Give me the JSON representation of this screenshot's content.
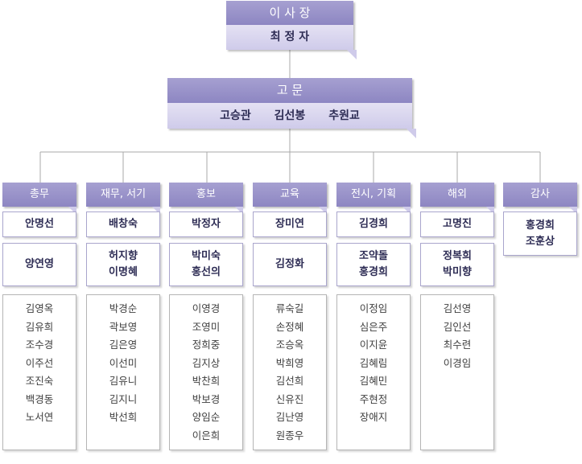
{
  "top": {
    "title": "이 사 장",
    "name": "최 정 자"
  },
  "advisors": {
    "title": "고 문",
    "names": [
      "고승관",
      "김선봉",
      "추원교"
    ]
  },
  "departments": [
    {
      "name": "총무",
      "head": [
        "안명선"
      ],
      "deputy": [
        "양연영"
      ],
      "members": [
        "김영옥",
        "김유희",
        "조수경",
        "이주선",
        "조진숙",
        "백경동",
        "노서연"
      ]
    },
    {
      "name": "재무, 서기",
      "head": [
        "배창숙"
      ],
      "deputy": [
        "허지향",
        "이명혜"
      ],
      "members": [
        "박경순",
        "곽보영",
        "김은영",
        "이선미",
        "김유니",
        "김지니",
        "박선희"
      ]
    },
    {
      "name": "홍보",
      "head": [
        "박정자"
      ],
      "deputy": [
        "박미숙",
        "홍선의"
      ],
      "members": [
        "이영경",
        "조영미",
        "정희중",
        "김지상",
        "박찬희",
        "박보경",
        "양임순",
        "이은희"
      ]
    },
    {
      "name": "교육",
      "head": [
        "장미연"
      ],
      "deputy": [
        "김정화"
      ],
      "members": [
        "류숙길",
        "손정혜",
        "조승옥",
        "박희영",
        "김선희",
        "신유진",
        "김난영",
        "원종우"
      ]
    },
    {
      "name": "전시, 기획",
      "head": [
        "김경희"
      ],
      "deputy": [
        "조약돌",
        "홍경희"
      ],
      "members": [
        "이정임",
        "심은주",
        "이지윤",
        "김혜림",
        "김혜민",
        "주현정",
        "장애지"
      ]
    },
    {
      "name": "해외",
      "head": [
        "고명진"
      ],
      "deputy": [
        "정복희",
        "박미향"
      ],
      "members": [
        "김선영",
        "김인선",
        "최수련",
        "이경임"
      ]
    },
    {
      "name": "감사",
      "head": [
        "홍경희",
        "조훈상"
      ],
      "deputy": [],
      "members": []
    }
  ]
}
